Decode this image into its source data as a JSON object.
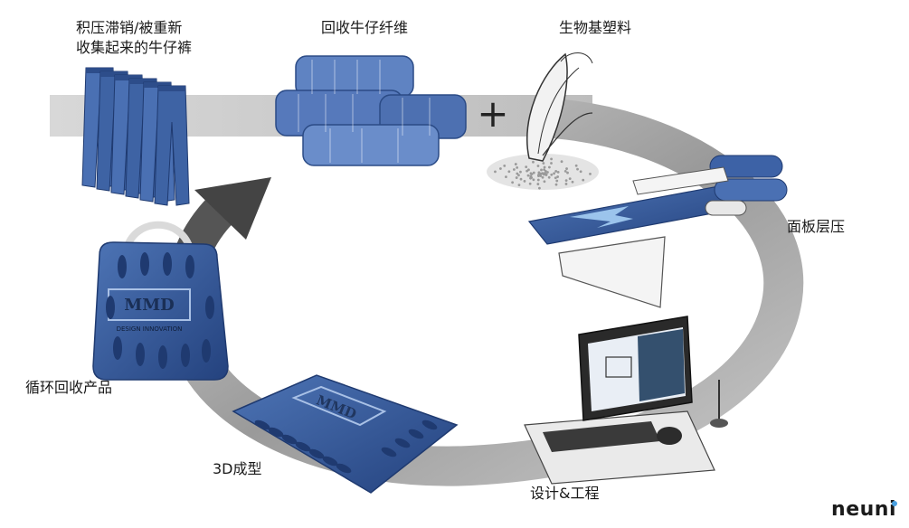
{
  "steps": {
    "jeans": {
      "line1": "积压滞销/被重新",
      "line2": "收集起来的牛仔裤"
    },
    "fiber": "回收牛仔纤维",
    "bioplastic": "生物基塑料",
    "plus_sign": "+",
    "lamination": "面板层压",
    "design": "设计&工程",
    "forming": "3D成型",
    "product": "循环回收产品"
  },
  "logo": {
    "text": "neuni",
    "dot_color": "#4aa0e0"
  },
  "bag_brand": {
    "name": "MMD",
    "tagline": "DESIGN INNOVATION"
  },
  "colors": {
    "denim": "#3a5f9e",
    "denim_dark": "#1f3a70",
    "loop_gray": "#cbcbcb",
    "arrow_gray": "#4a4a4a",
    "accent_blue": "#3b82c4"
  }
}
